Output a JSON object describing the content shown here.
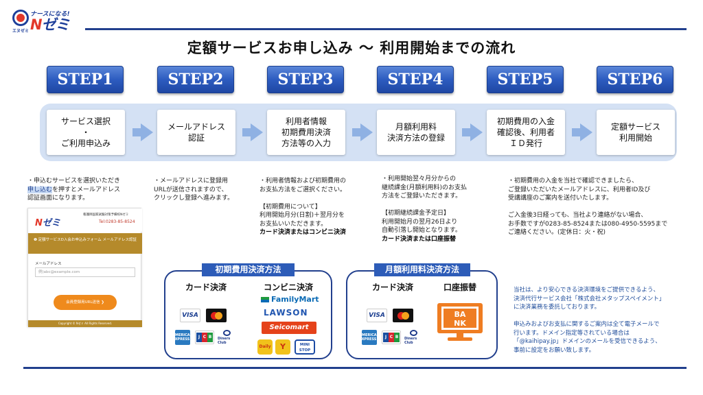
{
  "logo": {
    "tagline": "ナースになる!",
    "brand_main": "N",
    "brand_rest": "ゼミ",
    "small": "エヌゼミ"
  },
  "title": "定額サービスお申し込み 〜 利用開始までの流れ",
  "steps": [
    {
      "label": "STEP1",
      "box": "サービス選択\n・\nご利用申込み"
    },
    {
      "label": "STEP2",
      "box": "メールアドレス\n認証"
    },
    {
      "label": "STEP3",
      "box": "利用者情報\n初期費用決済\n方法等の入力"
    },
    {
      "label": "STEP4",
      "box": "月額利用料\n決済方法の登録"
    },
    {
      "label": "STEP5",
      "box": "初期費用の入金\n確認後、利用者\nＩＤ発行"
    },
    {
      "label": "STEP6",
      "box": "定額サービス\n利用開始"
    }
  ],
  "desc1": {
    "a": "・申込むサービスを選択いただき",
    "hl": "申し込む",
    "b": "を押すとメールアドレス\n認証画面になります。"
  },
  "desc2": "・メールアドレスに登録用\nURLが送信されますので、\nクリックし登録へ進みます。",
  "desc3": {
    "text": "・利用者情報および初期費用の\nお支払方法をご選択ください。\n\n【初期費用について】\n利用開始月分(日割)＋翌月分を\nお支払いいただきます。",
    "bold": "カード決済またはコンビニ決済"
  },
  "desc4": {
    "text": "・利用開始翌々月分からの\n継続課金(月額利用料)のお支払\n方法をご登録いただきます。\n\n【初期継続課金予定日】\n利用開始月の翌月26日より\n自動引落し開始となります。",
    "bold": "カード決済または口座振替"
  },
  "desc5": "・初期費用の入金を当社で確認できましたら、\nご登録いただいたメールアドレスに、利用者ID及び\n受講講座のご案内を送付いたします。\n\nご入金後3日経っても、当社より連絡がない場合、\nお手数ですが0283-85-8524または080-4950-5595まで\nご連絡ください。(定休日：火・祝)",
  "form": {
    "logo_n": "N",
    "logo_rest": "ゼミ",
    "org": "看護師国家試験対策予備校Nゼミ",
    "tel": "Tel:0283-85-8524",
    "bar": "❶ 定額サービスD入会お申込みフォーム メールアドレス認証",
    "email_label": "メールアドレス",
    "email_placeholder": "例)abc@example.com",
    "button": "会員登録用URL送信 ❯",
    "footer": "Copyright © Nゼミ All Rights Reserved."
  },
  "payment_initial": {
    "title": "初期費用決済方法",
    "card_head": "カード決済",
    "cvs_head": "コンビニ決済",
    "familymart": "FamilyMart",
    "lawson": "LAWSON",
    "seicomart": "Seicomart",
    "daily": "Daily",
    "yamazaki": "Y",
    "ministop": "MINI STOP"
  },
  "payment_monthly": {
    "title": "月額利用料決済方法",
    "card_head": "カード決済",
    "bank_head": "口座振替",
    "bank_text_1": "BA",
    "bank_text_2": "NK"
  },
  "cards": {
    "visa": "VISA",
    "amex": "AMERICAN EXPRESS",
    "jcb_j": "J",
    "jcb_c": "C",
    "jcb_b": "B",
    "diners": "Diners Club"
  },
  "note": "当社は、より安心できる決済環境をご提供できるよう、\n決済代行サービス会社「株式会社メタップスペイメント」\nに決済業務を委託しております。\n\n申込みおよびお支払に関するご案内は全て電子メールで\n行います。ドメイン指定等されている場合は\n「@kaihipay.jp」ドメインのメールを受信できるよう、\n事前に設定をお願い致します。",
  "colors": {
    "navy": "#213f8d",
    "step_blue": "#2d5cc0",
    "band": "#d4e1f4",
    "accent_red": "#e2382a",
    "bank_orange": "#ef7d22"
  }
}
